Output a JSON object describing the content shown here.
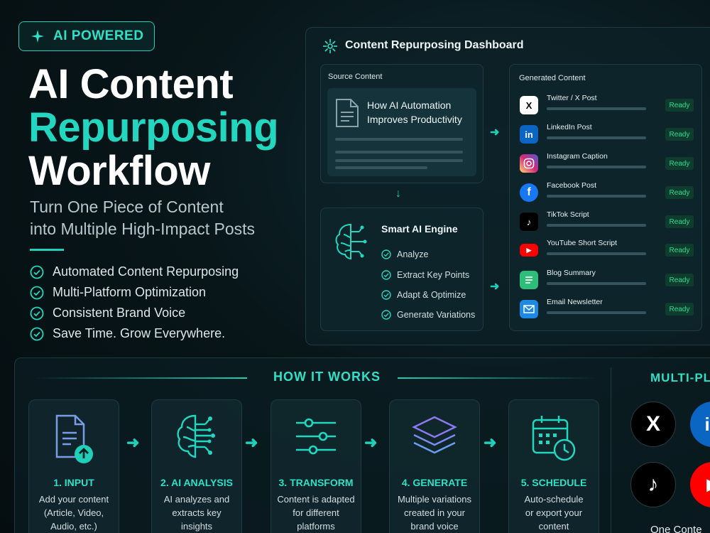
{
  "badge": {
    "label": "AI POWERED"
  },
  "hero": {
    "title_line1": "AI Content",
    "title_line2": "Repurposing",
    "title_line3": "Workflow",
    "subtitle_line1": "Turn One Piece of Content",
    "subtitle_line2": "into Multiple High-Impact Posts"
  },
  "features": [
    "Automated Content Repurposing",
    "Multi-Platform Optimization",
    "Consistent Brand Voice",
    "Save Time. Grow Everywhere."
  ],
  "dashboard": {
    "title": "Content Repurposing Dashboard",
    "source_label": "Source Content",
    "source_title_line1": "How AI Automation",
    "source_title_line2": "Improves Productivity",
    "engine_title": "Smart AI Engine",
    "engine_steps": [
      "Analyze",
      "Extract Key Points",
      "Adapt & Optimize",
      "Generate Variations"
    ],
    "generated_label": "Generated Content",
    "generated": [
      {
        "name": "Twitter / X Post",
        "status": "Ready",
        "icon": "x-logo-icon",
        "color": "#ffffff"
      },
      {
        "name": "LinkedIn Post",
        "status": "Ready",
        "icon": "linkedin-icon",
        "color": "#0a66c2"
      },
      {
        "name": "Instagram Caption",
        "status": "Ready",
        "icon": "instagram-icon",
        "color": "#d62976"
      },
      {
        "name": "Facebook Post",
        "status": "Ready",
        "icon": "facebook-icon",
        "color": "#1877f2"
      },
      {
        "name": "TikTok Script",
        "status": "Ready",
        "icon": "tiktok-icon",
        "color": "#000000"
      },
      {
        "name": "YouTube Short Script",
        "status": "Ready",
        "icon": "youtube-icon",
        "color": "#ff0000"
      },
      {
        "name": "Blog Summary",
        "status": "Ready",
        "icon": "document-icon",
        "color": "#2ebd7a"
      },
      {
        "name": "Email Newsletter",
        "status": "Ready",
        "icon": "mail-icon",
        "color": "#1e88e5"
      }
    ]
  },
  "how_it_works": {
    "title": "HOW IT WORKS",
    "steps": [
      {
        "title": "1. INPUT",
        "desc_line1": "Add your content",
        "desc_line2": "(Article, Video,",
        "desc_line3": "Audio, etc.)",
        "icon": "document-upload-icon"
      },
      {
        "title": "2. AI ANALYSIS",
        "desc_line1": "AI analyzes and",
        "desc_line2": "extracts key",
        "desc_line3": "insights",
        "icon": "brain-circuit-icon"
      },
      {
        "title": "3. TRANSFORM",
        "desc_line1": "Content is adapted",
        "desc_line2": "for different",
        "desc_line3": "platforms",
        "icon": "sliders-icon"
      },
      {
        "title": "4. GENERATE",
        "desc_line1": "Multiple variations",
        "desc_line2": "created in your",
        "desc_line3": "brand voice",
        "icon": "layers-icon"
      },
      {
        "title": "5. SCHEDULE",
        "desc_line1": "Auto-schedule",
        "desc_line2": "or export your",
        "desc_line3": "content",
        "icon": "calendar-clock-icon"
      }
    ]
  },
  "multi_platform": {
    "title": "MULTI-PLA",
    "footer": "One Conte"
  },
  "colors": {
    "accent": "#23d6bf",
    "background": "#081619",
    "ready_green": "#2ddb93"
  }
}
